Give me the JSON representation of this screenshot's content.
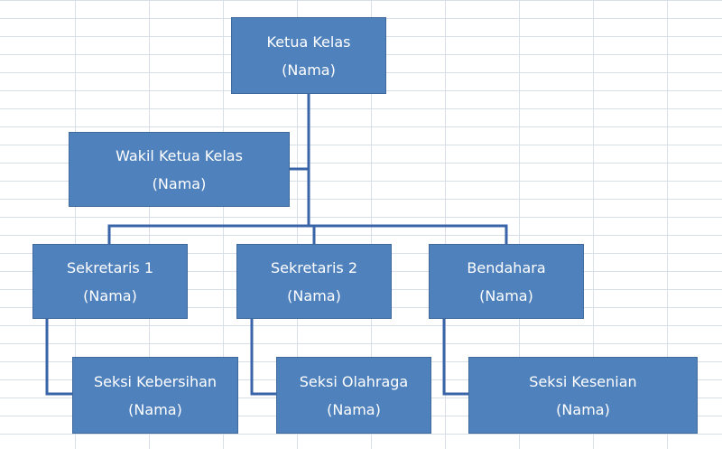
{
  "colors": {
    "box_fill": "#4f81bd",
    "box_border": "#3f6a9e",
    "connector": "#3a64a8",
    "text": "#ffffff",
    "gridline": "#d9dfe8"
  },
  "nodes": {
    "ketua": {
      "title": "Ketua Kelas",
      "name": "(Nama)"
    },
    "wakil": {
      "title": "Wakil Ketua Kelas",
      "name": "(Nama)"
    },
    "sekretaris1": {
      "title": "Sekretaris 1",
      "name": "(Nama)"
    },
    "sekretaris2": {
      "title": "Sekretaris 2",
      "name": "(Nama)"
    },
    "bendahara": {
      "title": "Bendahara",
      "name": "(Nama)"
    },
    "kebersihan": {
      "title": "Seksi Kebersihan",
      "name": "(Nama)"
    },
    "olahraga": {
      "title": "Seksi Olahraga",
      "name": "(Nama)"
    },
    "kesenian": {
      "title": "Seksi Kesenian",
      "name": "(Nama)"
    }
  }
}
